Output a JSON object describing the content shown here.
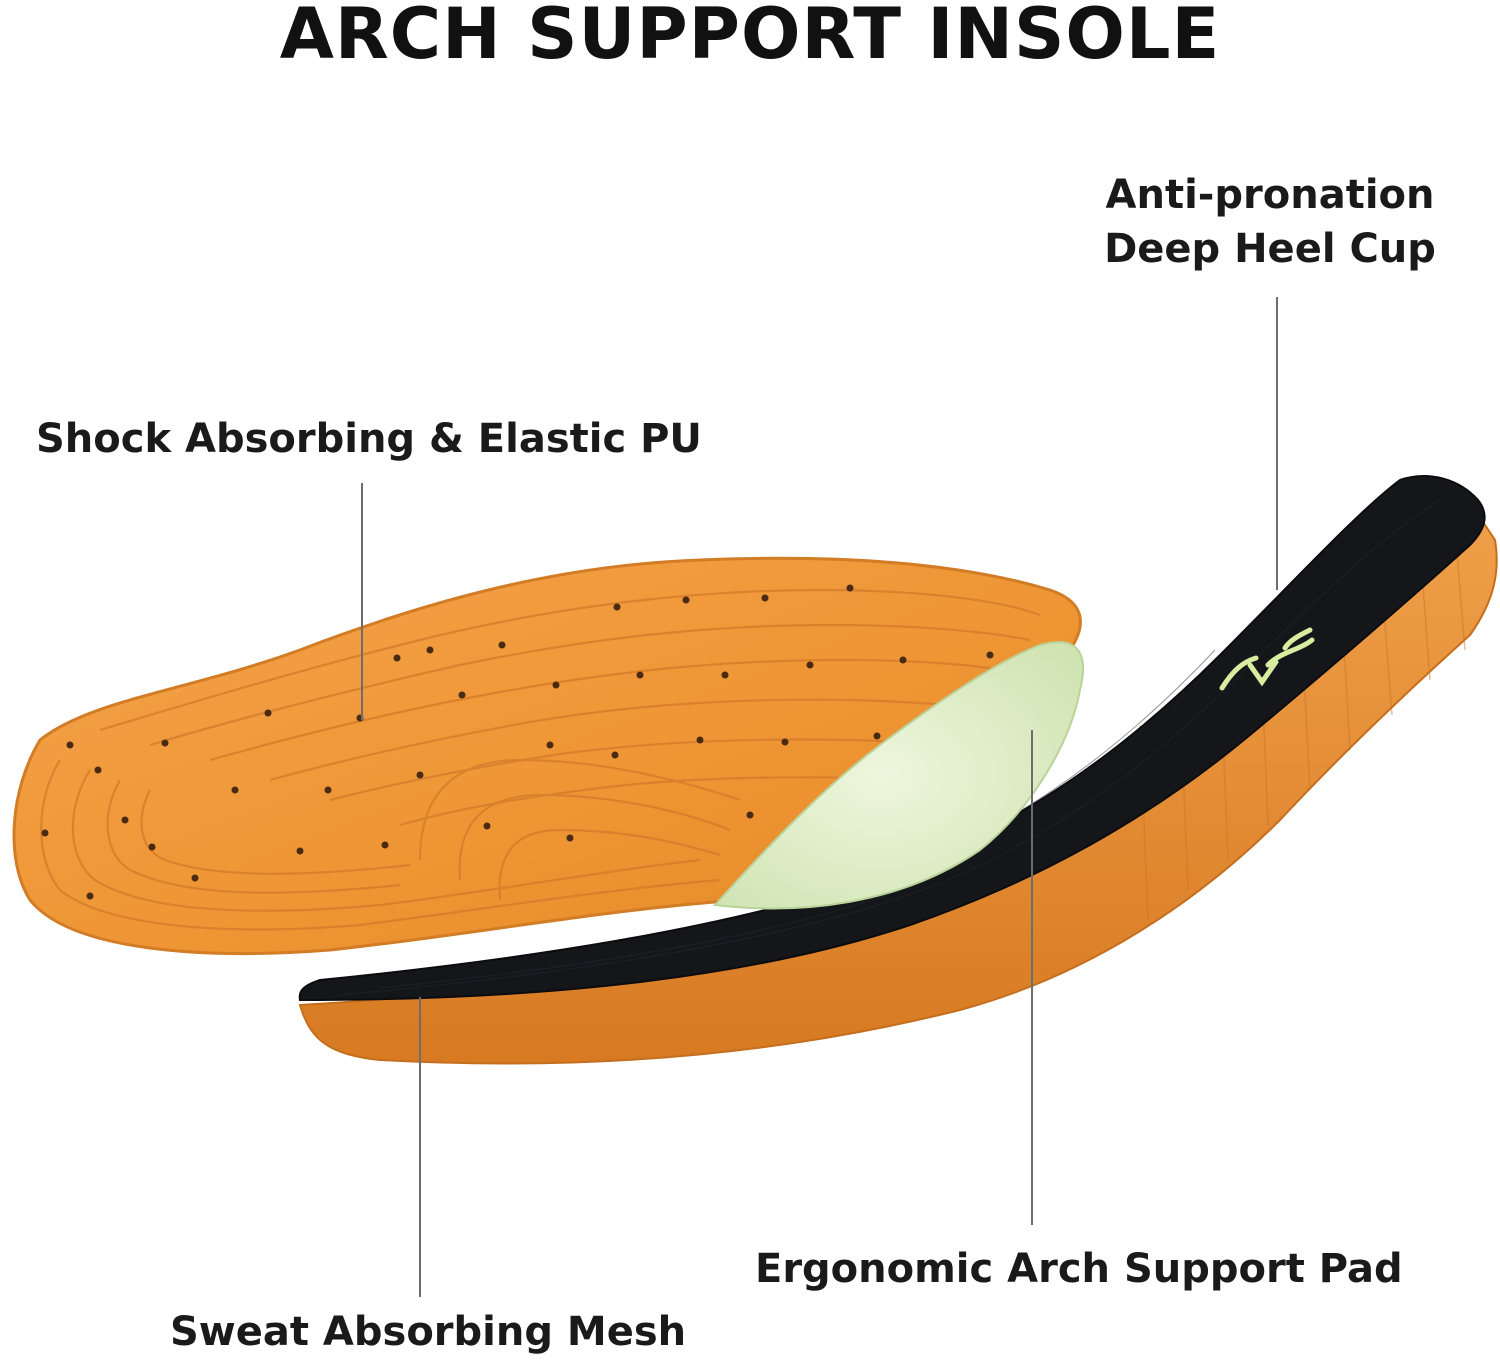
{
  "title": "ARCH SUPPORT INSOLE",
  "callouts": {
    "heel_cup": {
      "line1": "Anti-pronation",
      "line2": "Deep Heel Cup"
    },
    "shock": "Shock Absorbing & Elastic PU",
    "arch_pad": "Ergonomic Arch Support Pad",
    "mesh": "Sweat Absorbing Mesh"
  },
  "colors": {
    "foam_orange": "#ef9a3a",
    "foam_orange_dark": "#c9731f",
    "mesh_black": "#15161a",
    "arch_pad_green": "#dcebc3",
    "logo_green": "#d8eda0",
    "leader_line": "#6d6d6d"
  },
  "icons": {
    "logo": "brand-logo-icon"
  }
}
